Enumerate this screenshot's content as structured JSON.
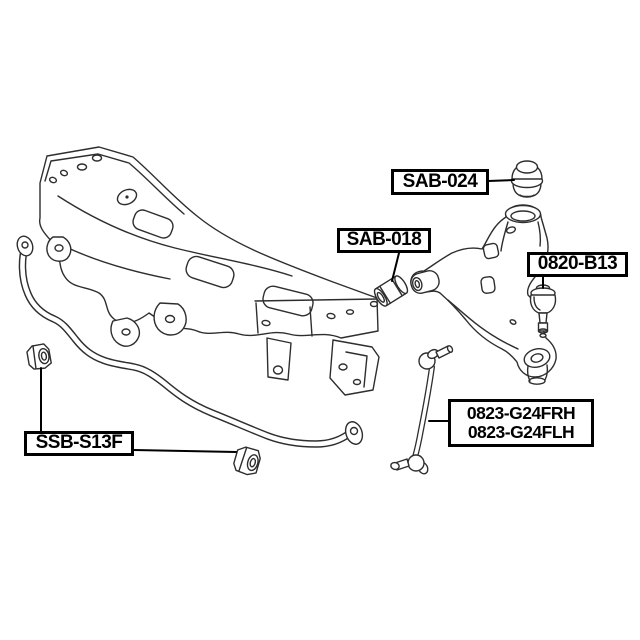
{
  "diagram": {
    "type": "exploded-parts-line-drawing",
    "background_color": "#ffffff",
    "line_color": "#2e2e2e",
    "label_style": {
      "border_color": "#000000",
      "text_color": "#000000",
      "fill": "#ffffff"
    },
    "labels": {
      "sab024": "SAB-024",
      "sab018": "SAB-018",
      "b0820": "0820-B13",
      "g24frh": "0823-G24FRH",
      "g24flh": "0823-G24FLH",
      "ssb": "SSB-S13F"
    },
    "parts": [
      "subframe-crossmember",
      "stabilizer-bar",
      "stabilizer-bar-bushing-left",
      "stabilizer-bar-bushing-right",
      "lower-control-arm",
      "arm-rear-bushing",
      "arm-front-bushing",
      "ball-joint",
      "stabilizer-link"
    ]
  }
}
